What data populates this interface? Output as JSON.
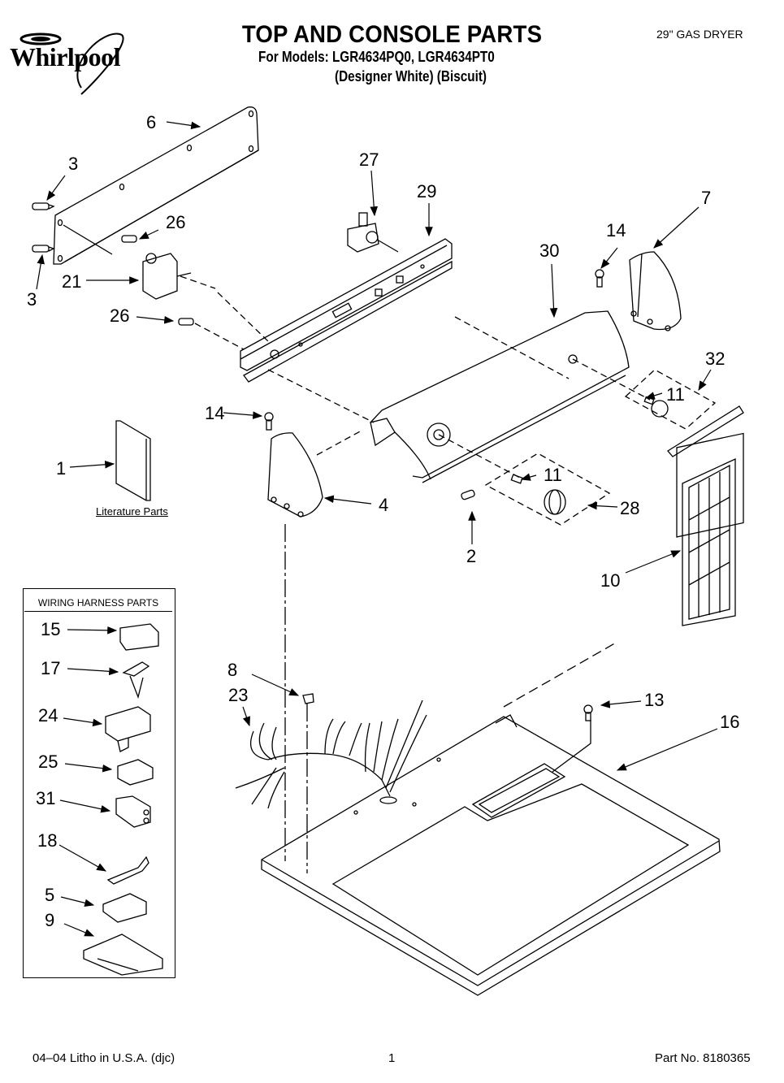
{
  "header": {
    "brand": "Whirlpool",
    "title": "TOP AND CONSOLE PARTS",
    "models_line": "For Models: LGR4634PQ0, LGR4634PT0",
    "variants_line": "(Designer White)  (Biscuit)",
    "product": "29\" GAS DRYER"
  },
  "callouts": {
    "c6": "6",
    "c3a": "3",
    "c3b": "3",
    "c26a": "26",
    "c26b": "26",
    "c21": "21",
    "c27": "27",
    "c29": "29",
    "c30": "30",
    "c14a": "14",
    "c7": "7",
    "c32": "32",
    "c11a": "11",
    "c14b": "14",
    "c1": "1",
    "c4": "4",
    "c11b": "11",
    "c28": "28",
    "c2": "2",
    "c10": "10",
    "c8": "8",
    "c23": "23",
    "c13": "13",
    "c16": "16"
  },
  "literature_label": "Literature Parts",
  "harness": {
    "title": "WIRING HARNESS PARTS",
    "items": [
      "15",
      "17",
      "24",
      "25",
      "31",
      "18",
      "5",
      "9"
    ]
  },
  "footer": {
    "left": "04–04 Litho in U.S.A. (djc)",
    "page": "1",
    "part_no": "Part No. 8180365"
  }
}
